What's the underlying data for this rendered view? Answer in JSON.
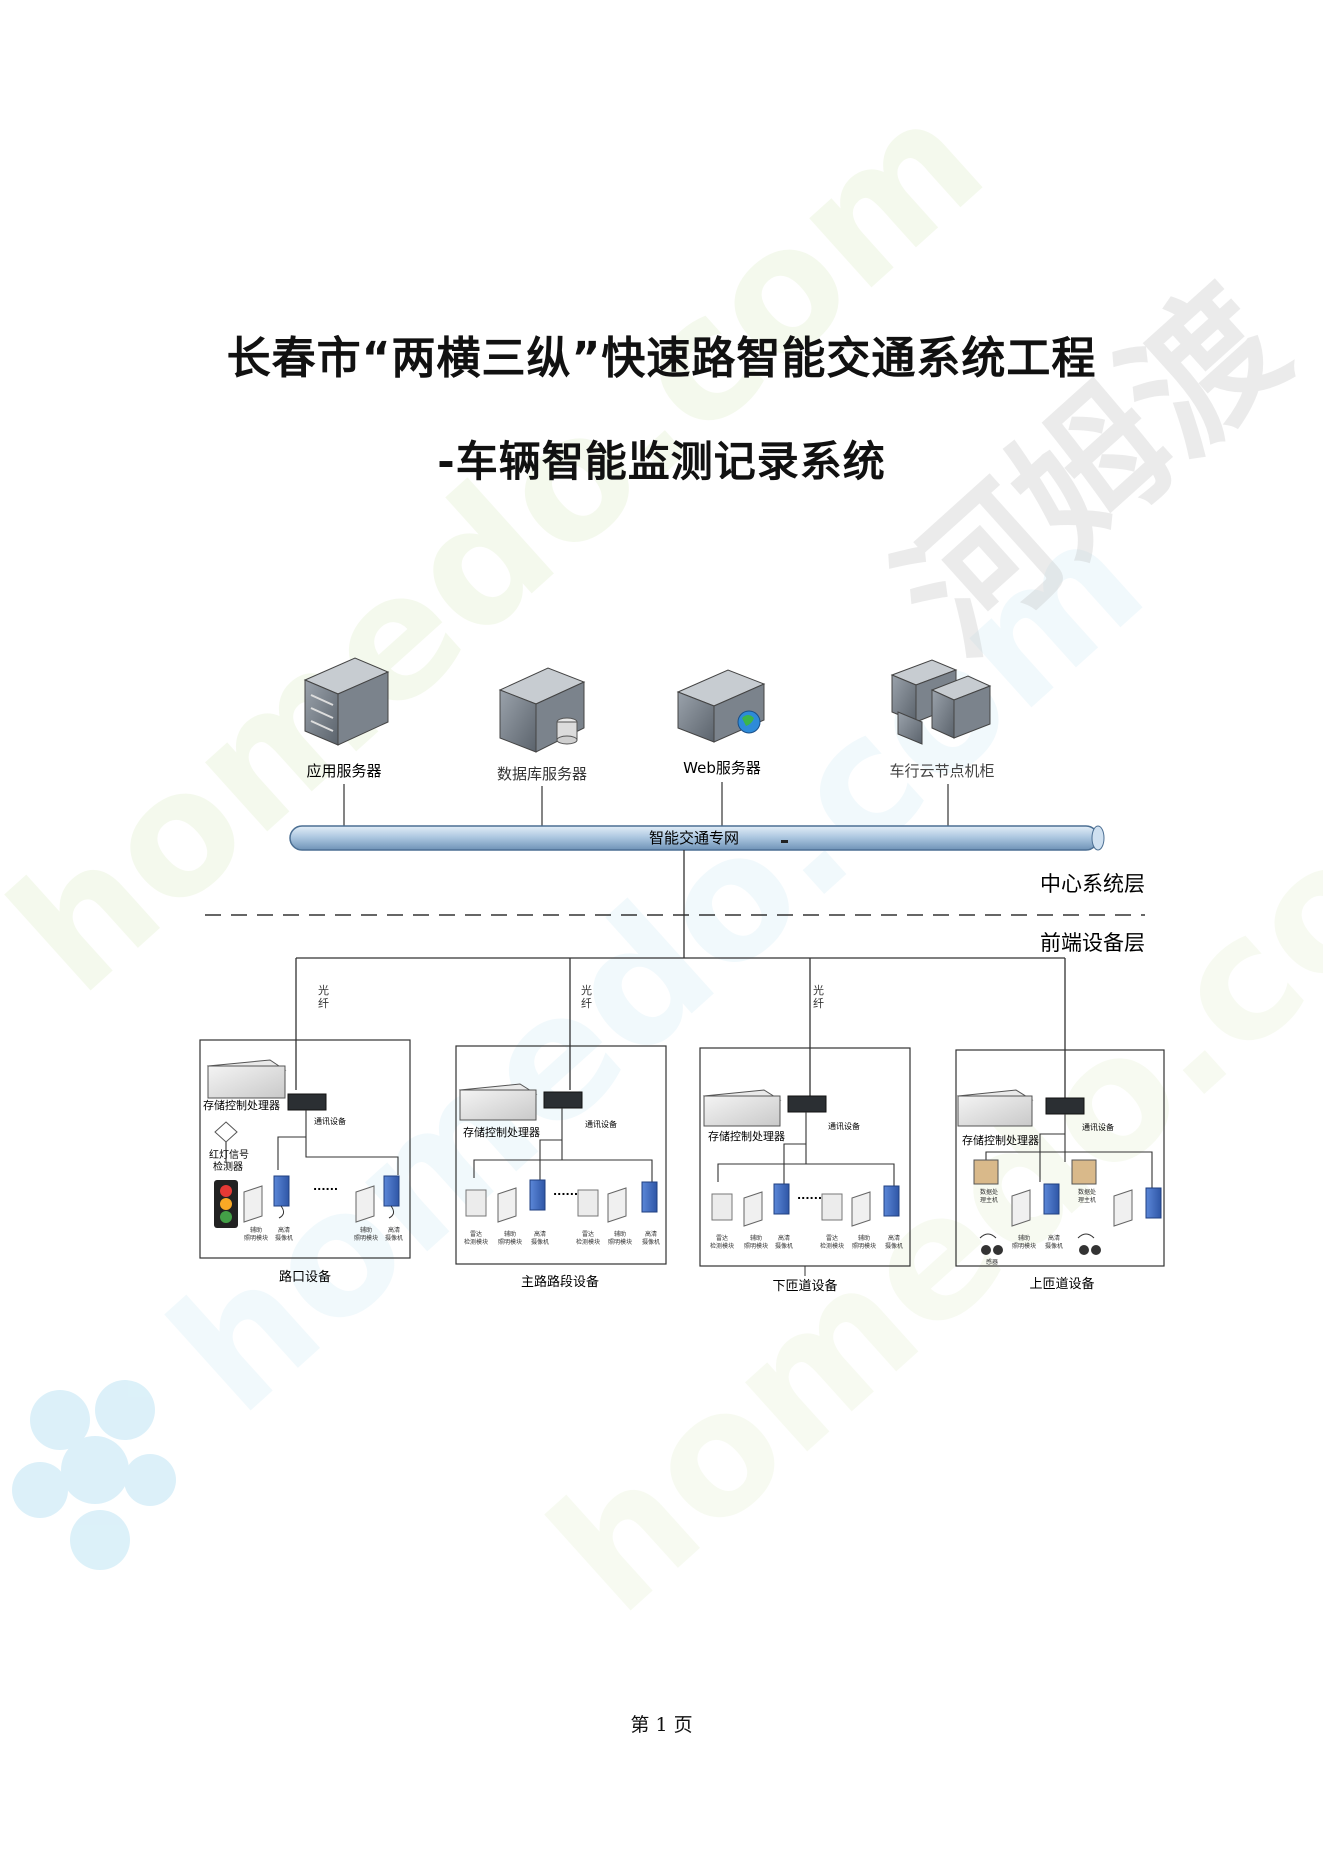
{
  "document": {
    "title_line1": "长春市“两横三纵”快速路智能交通系统工程",
    "title_line2": "-车辆智能监测记录系统",
    "page_label": "第 1 页"
  },
  "watermark": {
    "latin": "homedo.com",
    "cjk": "河姆渡"
  },
  "diagram": {
    "servers": [
      {
        "label": "应用服务器",
        "icon": "server-icon"
      },
      {
        "label": "数据库服务器",
        "icon": "database-server-icon"
      },
      {
        "label": "Web服务器",
        "icon": "web-server-icon"
      },
      {
        "label": "车行云节点机柜",
        "icon": "server-cabinet-icon"
      }
    ],
    "network_label": "智能交通专网",
    "layer_center": "中心系统层",
    "layer_front": "前端设备层",
    "fiber_label": "光\n纤",
    "groups": [
      {
        "caption": "路口设备",
        "processor": "存储控制处理器",
        "comm": "通讯设备",
        "signal_detector": "红灯信号\n检测器",
        "dots": "......",
        "devices": [
          "辅助\n照明模块",
          "高清\n摄像机",
          "辅助\n照明模块",
          "高清\n摄像机"
        ]
      },
      {
        "caption": "主路路段设备",
        "processor": "存储控制处理器",
        "comm": "通讯设备",
        "dots": "......",
        "devices": [
          "雷达\n检测模块",
          "辅助\n照明模块",
          "高清\n摄像机",
          "雷达\n检测模块",
          "辅助\n照明模块",
          "高清\n摄像机"
        ]
      },
      {
        "caption": "下匝道设备",
        "processor": "存储控制处理器",
        "comm": "通讯设备",
        "dots": "......",
        "devices": [
          "雷达\n检测模块",
          "辅助\n照明模块",
          "高清\n摄像机",
          "雷达\n检测模块",
          "辅助\n照明模块",
          "高清\n摄像机"
        ]
      },
      {
        "caption": "上匝道设备",
        "processor": "存储控制处理器",
        "comm": "通讯设备",
        "display1": "数据处\n理主机",
        "display2": "数据处\n理主机",
        "devices": [
          "辅助\n照明模块",
          "高清\n摄像机"
        ],
        "sensor": "感器"
      }
    ]
  }
}
